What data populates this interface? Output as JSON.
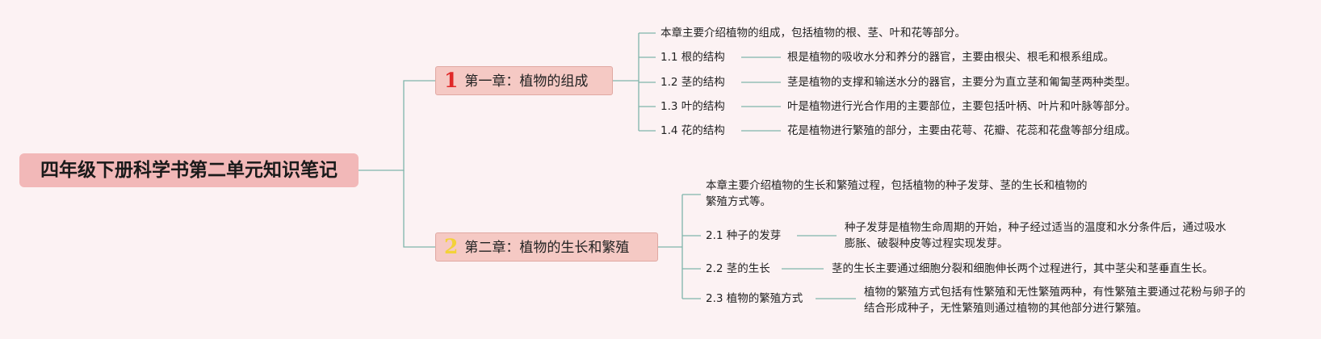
{
  "root": {
    "title": "四年级下册科学书第二单元知识笔记"
  },
  "chapters": [
    {
      "number": "1",
      "title": "第一章：植物的组成",
      "intro": "本章主要介绍植物的组成，包括植物的根、茎、叶和花等部分。",
      "sections": [
        {
          "label": "1.1 根的结构",
          "detail": "根是植物的吸收水分和养分的器官，主要由根尖、根毛和根系组成。"
        },
        {
          "label": "1.2 茎的结构",
          "detail": "茎是植物的支撑和输送水分的器官，主要分为直立茎和匍匐茎两种类型。"
        },
        {
          "label": "1.3 叶的结构",
          "detail": "叶是植物进行光合作用的主要部位，主要包括叶柄、叶片和叶脉等部分。"
        },
        {
          "label": "1.4 花的结构",
          "detail": "花是植物进行繁殖的部分，主要由花萼、花瓣、花蕊和花盘等部分组成。"
        }
      ]
    },
    {
      "number": "2",
      "title": "第二章：植物的生长和繁殖",
      "intro_lines": [
        "本章主要介绍植物的生长和繁殖过程，包括植物的种子发芽、茎的生长和植物的",
        "繁殖方式等。"
      ],
      "sections": [
        {
          "label": "2.1 种子的发芽",
          "detail_lines": [
            "种子发芽是植物生命周期的开始，种子经过适当的温度和水分条件后，通过吸水",
            "膨胀、破裂种皮等过程实现发芽。"
          ]
        },
        {
          "label": "2.2 茎的生长",
          "detail_lines": [
            "茎的生长主要通过细胞分裂和细胞伸长两个过程进行，其中茎尖和茎垂直生长。"
          ]
        },
        {
          "label": "2.3 植物的繁殖方式",
          "detail_lines": [
            "植物的繁殖方式包括有性繁殖和无性繁殖两种，有性繁殖主要通过花粉与卵子的",
            "结合形成种子，无性繁殖则通过植物的其他部分进行繁殖。"
          ]
        }
      ]
    }
  ],
  "colors": {
    "line": "#7fb5ab",
    "root_fill": "#f2b8b8",
    "chapter_fill": "#f5c9c4",
    "num1": "#e02828",
    "num2": "#f3d238",
    "background": "#fcf2f3"
  }
}
